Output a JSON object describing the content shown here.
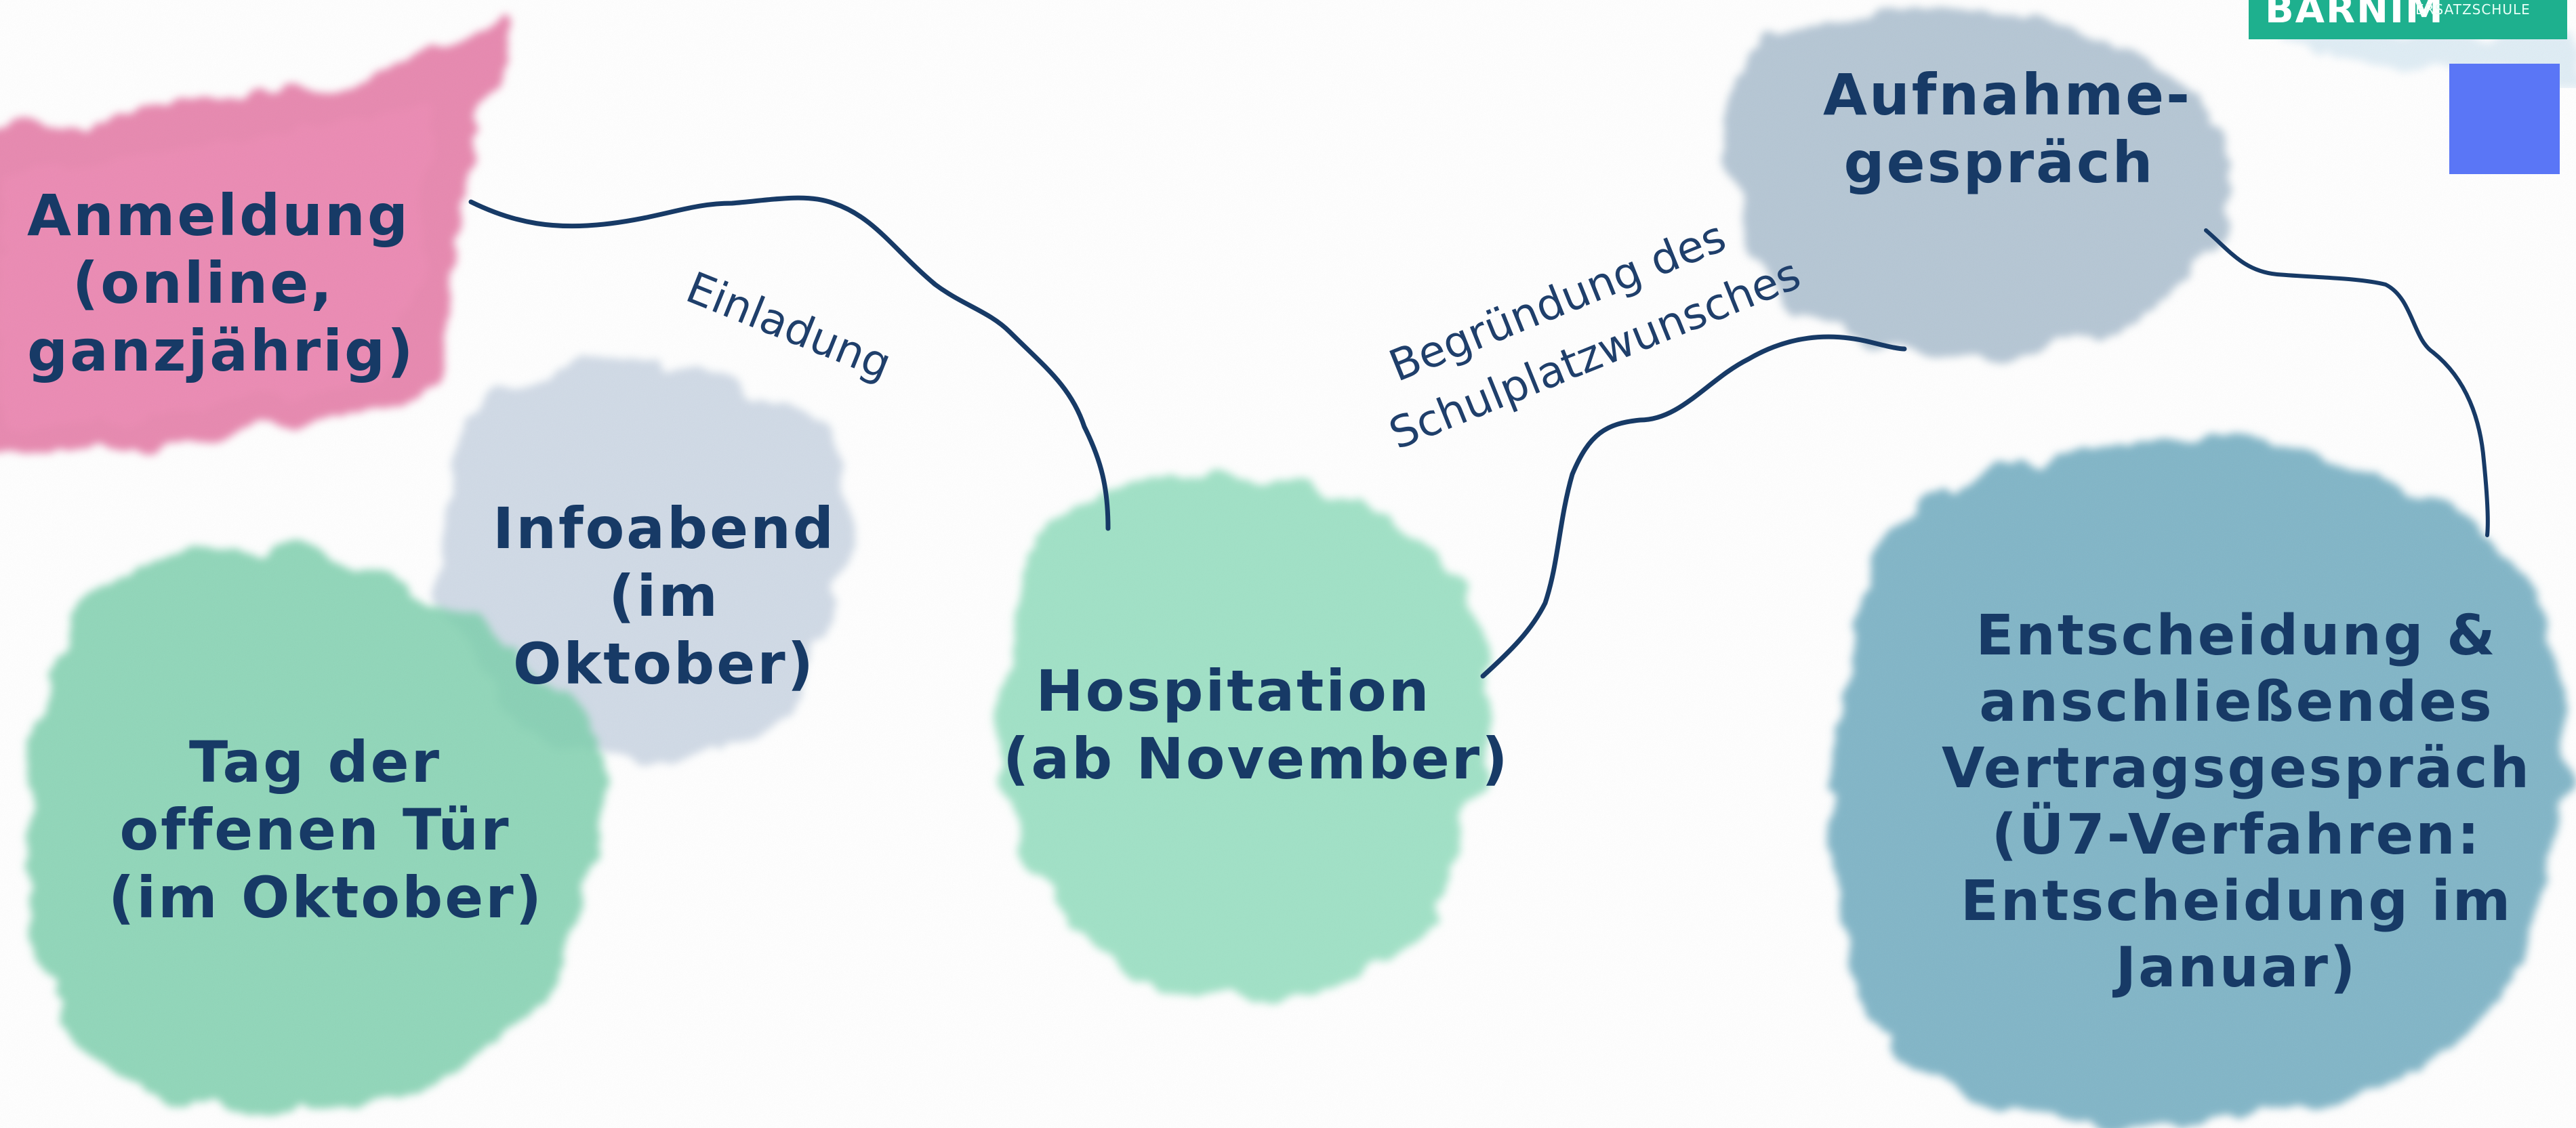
{
  "nodes": {
    "anmeldung": {
      "lines": [
        "Anmeldung",
        "(online,",
        "ganzjährig)"
      ],
      "color": "#e57ea8"
    },
    "infoabend": {
      "lines": [
        "Infoabend",
        "(im",
        "Oktober)"
      ],
      "color": "#c8d3e2"
    },
    "tag_offene_tuer": {
      "lines": [
        "Tag der",
        "offenen Tür",
        "(im Oktober)"
      ],
      "color": "#7dcfad"
    },
    "hospitation": {
      "lines": [
        "Hospitation",
        "(ab November)"
      ],
      "color": "#8fdcbc"
    },
    "aufnahmegespraech": {
      "lines": [
        "Aufnahme-",
        "gespräch"
      ],
      "color": "#a8bccd"
    },
    "entscheidung": {
      "lines": [
        "Entscheidung &",
        "anschließendes",
        "Vertragsgespräch",
        "(Ü7-Verfahren:",
        "Entscheidung im",
        "Januar)"
      ],
      "color": "#6fabbf"
    }
  },
  "connectors": {
    "einladung": "Einladung",
    "begruendung": [
      "Begründung des",
      "Schulplatzwunsches"
    ]
  },
  "logo": {
    "main": "BARNIM",
    "sub": "ERSATZSCHULE",
    "color": "#1eb08e"
  },
  "accent_square_color": "#5a76f6",
  "text_color": "#173a66"
}
